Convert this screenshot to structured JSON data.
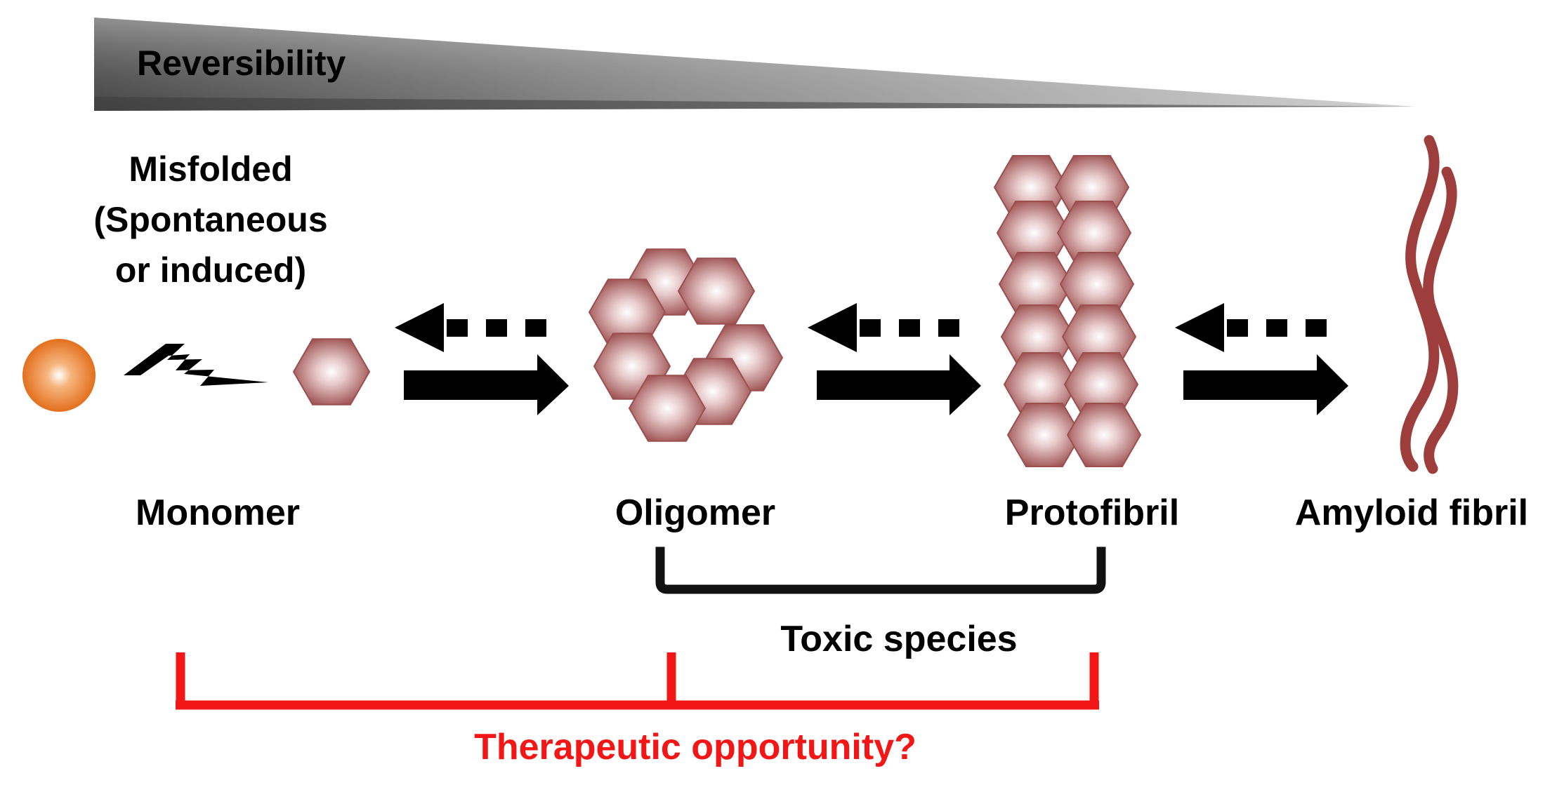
{
  "reversibility": {
    "label": "Reversibility"
  },
  "misfolded": {
    "lines": [
      "Misfolded",
      "(Spontaneous",
      "or induced)"
    ]
  },
  "stages": {
    "monomer": "Monomer",
    "oligomer": "Oligomer",
    "protofibril": "Protofibril",
    "amyloid_fibril": "Amyloid fibril"
  },
  "toxic_species": {
    "label": "Toxic species"
  },
  "therapeutic": {
    "label": "Therapeutic opportunity?"
  },
  "colors": {
    "hexagon_edge": "#9c4f4f",
    "hexagon_center": "#ffffff",
    "fibril": "#9e3e3c",
    "sphere": "#e8711a",
    "arrow": "#000000",
    "bracket_toxic": "#111111",
    "bracket_therapeutic": "#f21616",
    "text": "#000000",
    "text_therapeutic": "#f21616",
    "wedge_dark": "#5a5a5a",
    "wedge_light": "#f5f5f5"
  }
}
